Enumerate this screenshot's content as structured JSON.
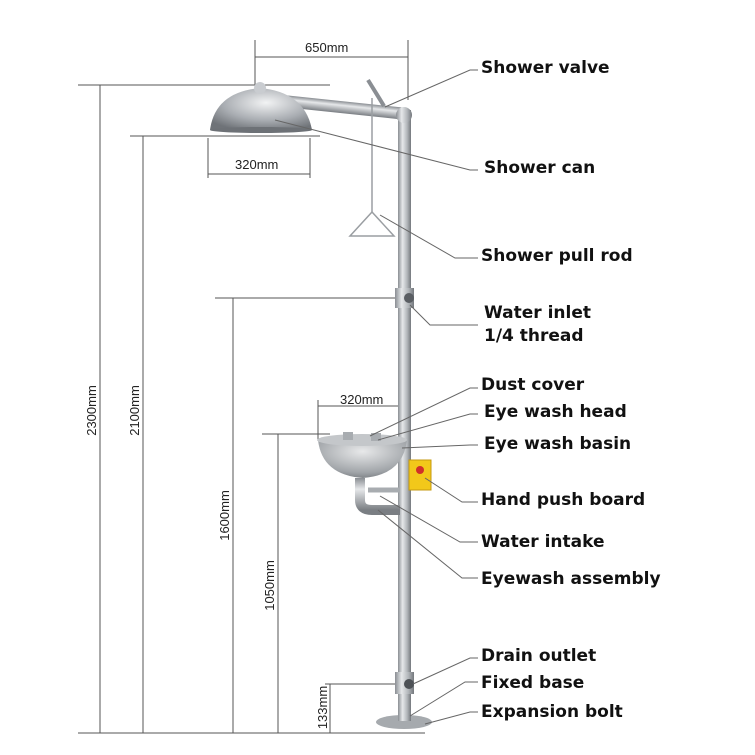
{
  "diagram": {
    "subject": "Emergency shower and eye wash station",
    "callouts": [
      {
        "id": "shower-valve",
        "text": "Shower valve"
      },
      {
        "id": "shower-can",
        "text": "Shower can"
      },
      {
        "id": "shower-pull-rod",
        "text": "Shower pull rod"
      },
      {
        "id": "water-inlet",
        "text": "Water inlet\n1/4 thread",
        "line1": "Water inlet",
        "line2": "1/4 thread"
      },
      {
        "id": "dust-cover",
        "text": "Dust cover"
      },
      {
        "id": "eye-wash-head",
        "text": "Eye wash head"
      },
      {
        "id": "eye-wash-basin",
        "text": "Eye wash basin"
      },
      {
        "id": "hand-push-board",
        "text": "Hand push board"
      },
      {
        "id": "water-intake",
        "text": "Water intake"
      },
      {
        "id": "eyewash-assembly",
        "text": "Eyewash assembly"
      },
      {
        "id": "drain-outlet",
        "text": "Drain outlet"
      },
      {
        "id": "fixed-base",
        "text": "Fixed base"
      },
      {
        "id": "expansion-bolt",
        "text": "Expansion bolt"
      }
    ],
    "dimensions": {
      "arm_reach": "650mm",
      "shower_can_diameter": "320mm",
      "basin_width": "320mm",
      "total_height": "2300mm",
      "shower_can_height": "2100mm",
      "water_inlet_height": "1600mm",
      "basin_height": "1050mm",
      "drain_outlet_height": "133mm"
    },
    "colors": {
      "steel": "#b8bcc0",
      "steel_dark": "#7d8186",
      "sign_yellow": "#f2c81a",
      "sign_red": "#d0302a",
      "line": "#555555"
    }
  }
}
